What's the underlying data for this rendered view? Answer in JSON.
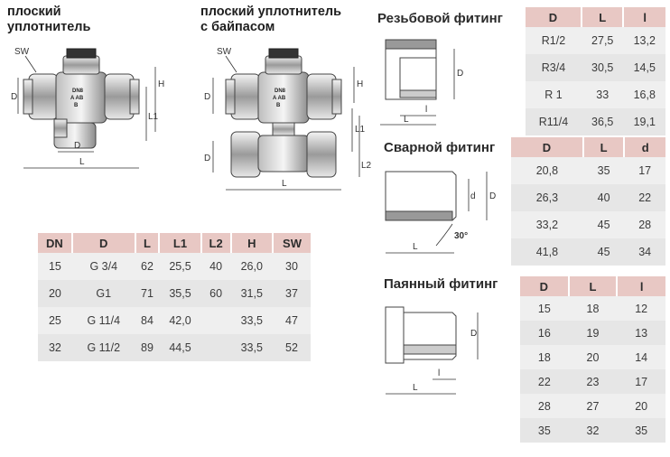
{
  "captions": {
    "valve1_line1": "плоский",
    "valve1_line2": "уплотнитель",
    "valve2_line1": "плоский уплотнитель",
    "valve2_line2": "с байпасом"
  },
  "drawing_labels": {
    "sw": "SW",
    "d": "D",
    "h": "H",
    "l": "L",
    "l1": "L1",
    "l2": "L2",
    "d_small": "d",
    "l_small": "l",
    "angle": "30°",
    "brand_line1": "DN8",
    "brand_line2": "A AB",
    "brand_line3": "B"
  },
  "main_table": {
    "headers": [
      "DN",
      "D",
      "L",
      "L1",
      "L2",
      "H",
      "SW"
    ],
    "rows": [
      [
        "15",
        "G 3/4",
        "62",
        "25,5",
        "40",
        "26,0",
        "30"
      ],
      [
        "20",
        "G1",
        "71",
        "35,5",
        "60",
        "31,5",
        "37"
      ],
      [
        "25",
        "G 11/4",
        "84",
        "42,0",
        "",
        "33,5",
        "47"
      ],
      [
        "32",
        "G 11/2",
        "89",
        "44,5",
        "",
        "33,5",
        "52"
      ]
    ]
  },
  "threaded": {
    "title": "Резьбовой фитинг",
    "headers": [
      "D",
      "L",
      "l"
    ],
    "rows": [
      [
        "R1/2",
        "27,5",
        "13,2"
      ],
      [
        "R3/4",
        "30,5",
        "14,5"
      ],
      [
        "R 1",
        "33",
        "16,8"
      ],
      [
        "R11/4",
        "36,5",
        "19,1"
      ]
    ]
  },
  "welded": {
    "title": "Сварной фитинг",
    "headers": [
      "D",
      "L",
      "d"
    ],
    "rows": [
      [
        "20,8",
        "35",
        "17"
      ],
      [
        "26,3",
        "40",
        "22"
      ],
      [
        "33,2",
        "45",
        "28"
      ],
      [
        "41,8",
        "45",
        "34"
      ]
    ]
  },
  "soldered": {
    "title": "Паянный фитинг",
    "headers": [
      "D",
      "L",
      "l"
    ],
    "rows": [
      [
        "15",
        "18",
        "12"
      ],
      [
        "16",
        "19",
        "13"
      ],
      [
        "18",
        "20",
        "14"
      ],
      [
        "22",
        "23",
        "17"
      ],
      [
        "28",
        "27",
        "20"
      ],
      [
        "35",
        "32",
        "35"
      ]
    ]
  }
}
